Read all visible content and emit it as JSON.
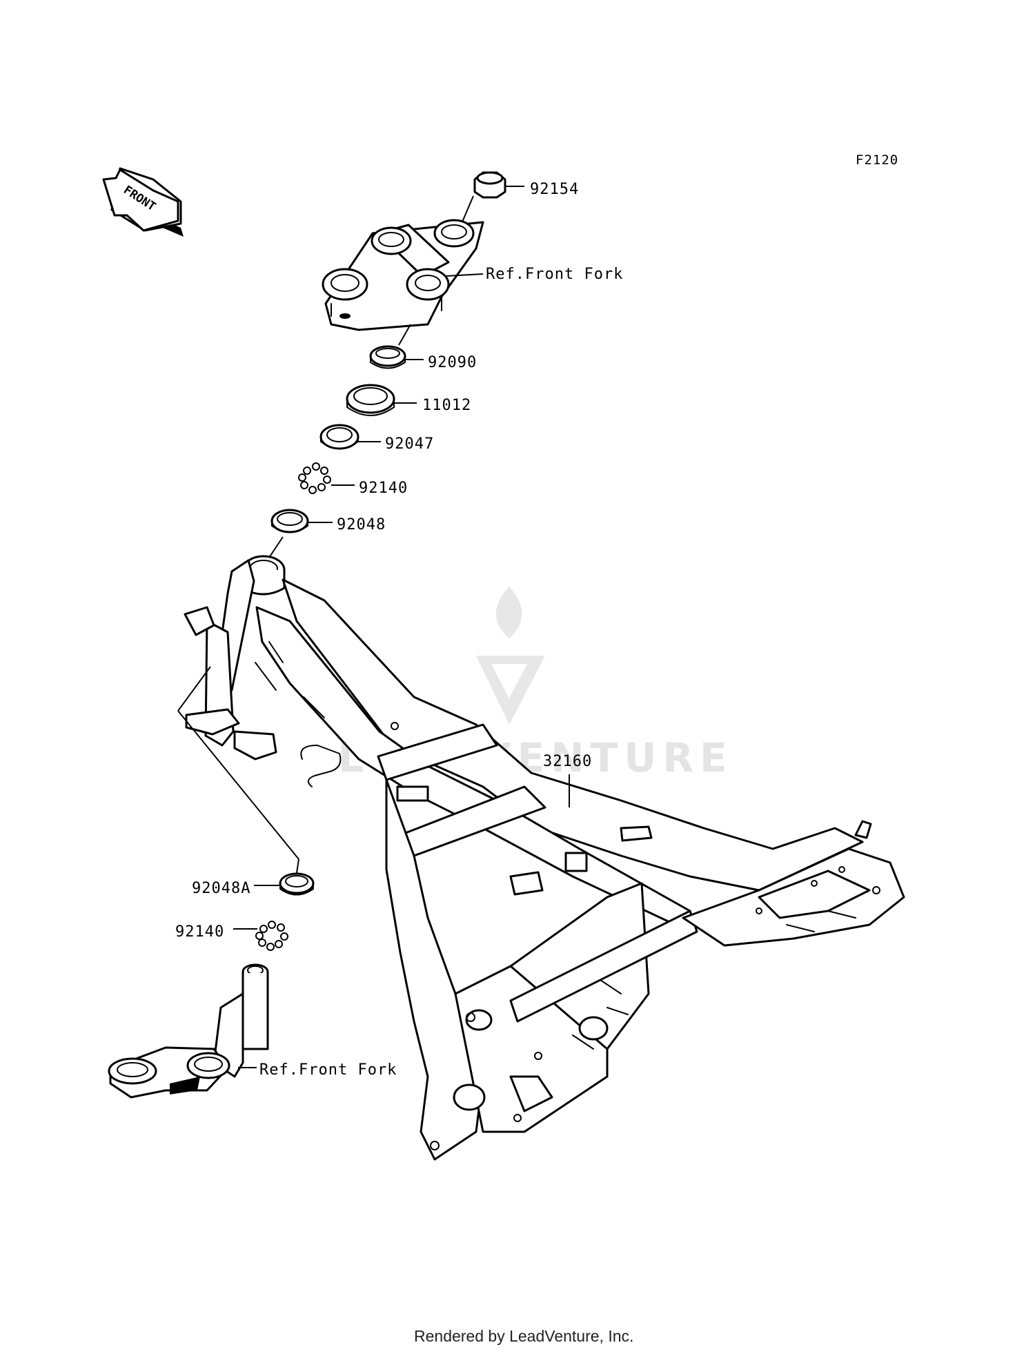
{
  "diagram_code": "F2120",
  "front_arrow_label": "FRONT",
  "callouts": {
    "nut": "92154",
    "upper_bracket_ref": "Ref.Front Fork",
    "bushing": "92090",
    "dust_seal": "11012",
    "upper_race": "92047",
    "upper_balls": "92140",
    "upper_outer_race": "92048",
    "lower_race": "92048A",
    "lower_balls": "92140",
    "lower_bracket_ref": "Ref.Front Fork",
    "frame": "32160"
  },
  "watermark": "LEADVENTURE",
  "footer": "Rendered by LeadVenture, Inc."
}
